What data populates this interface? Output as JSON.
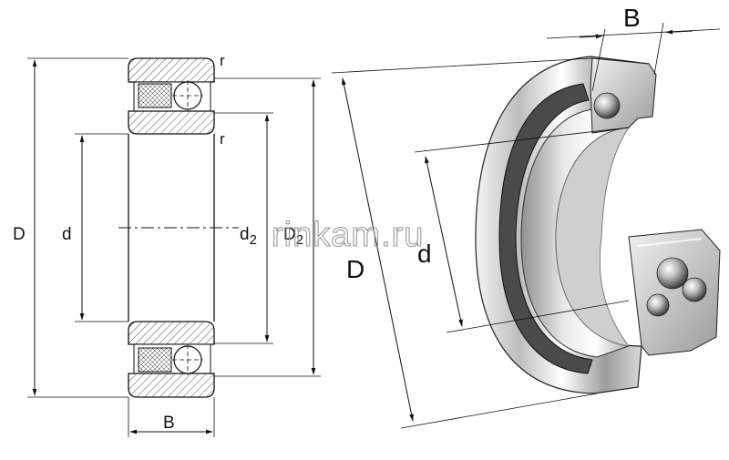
{
  "drawing": {
    "labels": {
      "outer_diameter": "D",
      "bore_diameter": "d",
      "inner_shoulder": "d",
      "inner_shoulder_sub": "2",
      "outer_shoulder": "D",
      "outer_shoulder_sub": "2",
      "width": "B",
      "radius_top": "r",
      "radius_mid": "r"
    },
    "iso_labels": {
      "width": "B",
      "outer_diameter": "D",
      "bore_diameter": "d"
    },
    "watermark": "rinkam.ru"
  }
}
